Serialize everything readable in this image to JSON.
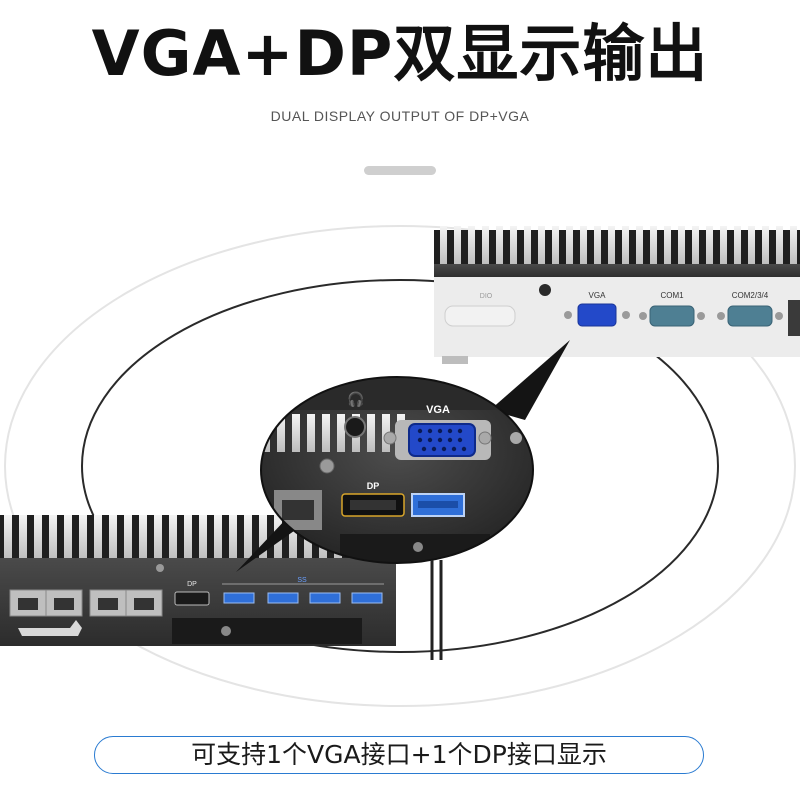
{
  "heading": {
    "title": "VGA+DP双显示输出",
    "subtitle": "DUAL DISPLAY OUTPUT OF DP+VGA"
  },
  "back_panel": {
    "ports": [
      {
        "label": "DIO"
      },
      {
        "label": "VGA"
      },
      {
        "label": "COM1"
      },
      {
        "label": "COM2/3/4"
      }
    ]
  },
  "zoom_view": {
    "vga_label": "VGA",
    "dp_label": "DP"
  },
  "front_panel": {
    "dp_label": "DP",
    "usb_label": "SS"
  },
  "caption": "可支持1个VGA接口+1个DP接口显示",
  "colors": {
    "accent": "#2a7bd1",
    "vga_blue": "#2349c9",
    "usb_blue": "#2f6fd8",
    "com_teal": "#4e7f93",
    "chassis": "#3b3b3b"
  }
}
